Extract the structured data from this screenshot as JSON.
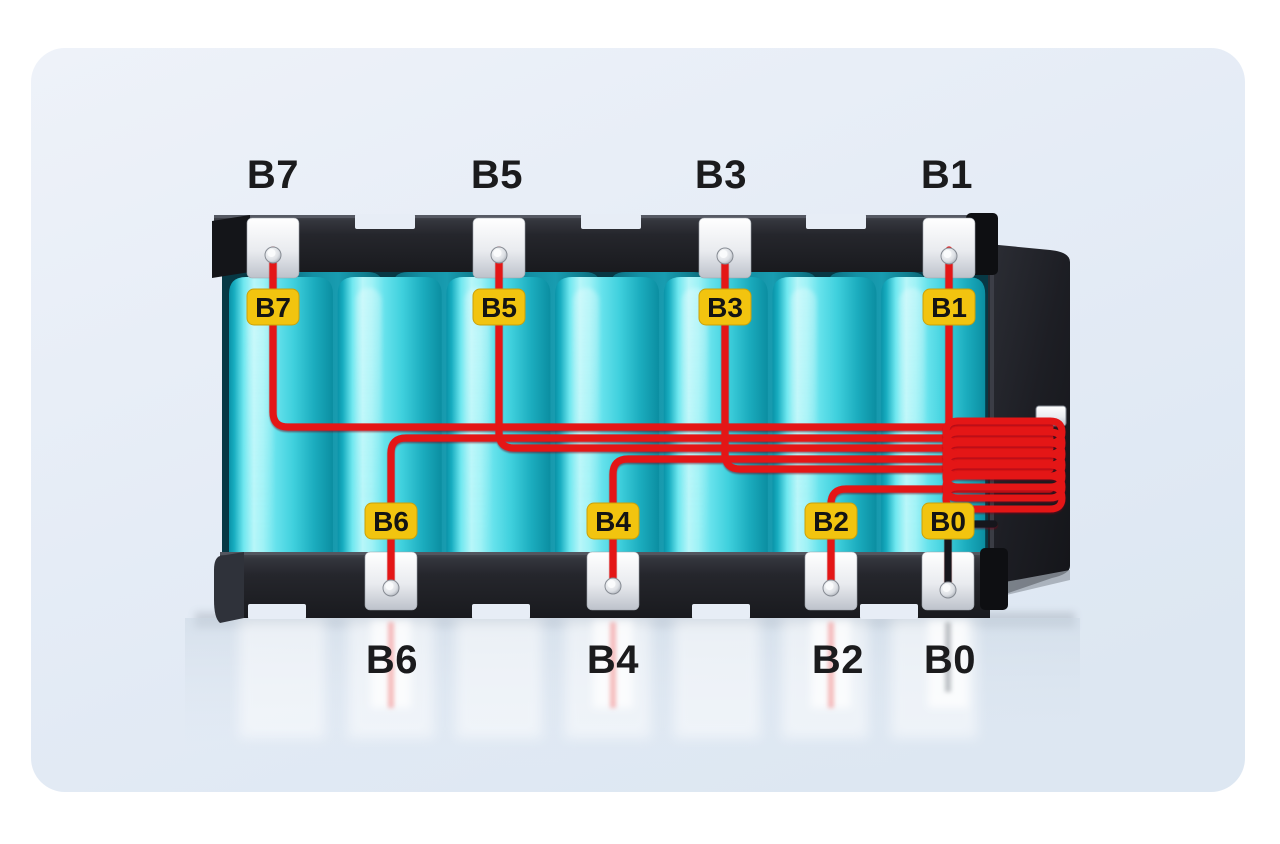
{
  "terminals": {
    "top": [
      {
        "label": "B7",
        "tag": "B7"
      },
      {
        "label": "B5",
        "tag": "B5"
      },
      {
        "label": "B3",
        "tag": "B3"
      },
      {
        "label": "B1",
        "tag": "B1"
      }
    ],
    "bottom": [
      {
        "label": "B6",
        "tag": "B6"
      },
      {
        "label": "B4",
        "tag": "B4"
      },
      {
        "label": "B2",
        "tag": "B2"
      },
      {
        "label": "B0",
        "tag": "B0"
      }
    ]
  },
  "colors": {
    "wire_red": "#e41317",
    "wire_black": "#17171a",
    "tag_yellow": "#f2c40f",
    "cell_cyan": "#45d9e6",
    "frame_dark": "#23252b",
    "label_text": "#1b1b1d",
    "card_background": "#e7edf6"
  }
}
